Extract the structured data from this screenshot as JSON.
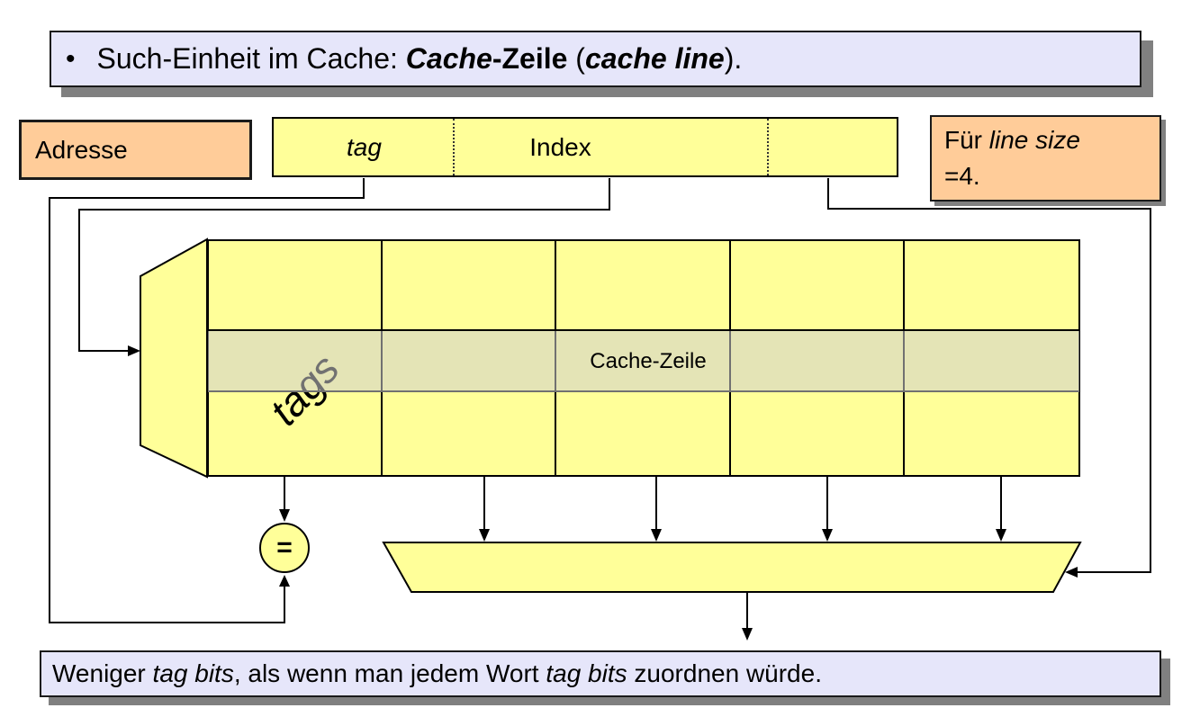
{
  "colors": {
    "lavender": "#e6e6fa",
    "orange": "#ffcc99",
    "yellow": "#ffff99",
    "shadow": "#808080",
    "band": "rgba(206,206,206,0.55)"
  },
  "title": {
    "bullet": "•",
    "segments": [
      {
        "t": "Such-Einheit im Cache: ",
        "b": false,
        "i": false
      },
      {
        "t": "Cache",
        "b": true,
        "i": true
      },
      {
        "t": "-Zeile",
        "b": true,
        "i": false
      },
      {
        "t": " (",
        "b": false,
        "i": false
      },
      {
        "t": "cache line",
        "b": true,
        "i": true
      },
      {
        "t": ").",
        "b": false,
        "i": false
      }
    ]
  },
  "address": {
    "label": "Adresse"
  },
  "address_fields": {
    "tag": "tag",
    "index": "Index"
  },
  "note_right": {
    "line1_segments": [
      {
        "t": "Für ",
        "b": false,
        "i": false
      },
      {
        "t": "line size",
        "b": false,
        "i": true
      }
    ],
    "line2": "=4."
  },
  "cache_table": {
    "rows": 3,
    "cols": 5,
    "tags_label": "tags",
    "row_label": "Cache-Zeile"
  },
  "comparator": {
    "symbol": "="
  },
  "bottom_note": {
    "segments": [
      {
        "t": "Weniger ",
        "b": false,
        "i": false
      },
      {
        "t": "tag bits",
        "b": false,
        "i": true
      },
      {
        "t": ", als wenn man jedem Wort ",
        "b": false,
        "i": false
      },
      {
        "t": "tag bits",
        "b": false,
        "i": true
      },
      {
        "t": " zuordnen würde.",
        "b": false,
        "i": false
      }
    ]
  }
}
